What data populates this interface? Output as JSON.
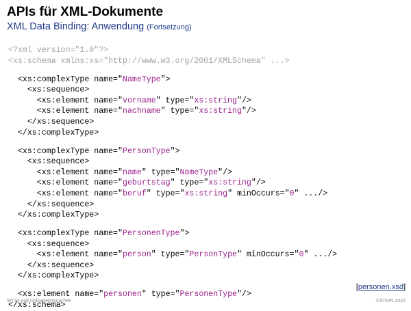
{
  "slide": {
    "title": "APIs für XML-Dokumente",
    "subtitle": "XML Data Binding: Anwendung",
    "subtitle_note": "(Fortsetzung)"
  },
  "code": {
    "prolog": [
      "<?xml version=\"1.0\"?>",
      "<xs:schema xmlns:xs=\"http://www.w3.org/2001/XMLSchema\" ...>"
    ],
    "blocks": [
      [
        [
          [
            "  <xs:complexType name=\"",
            "k"
          ],
          [
            "NameType",
            "s"
          ],
          [
            "\">",
            "k"
          ]
        ],
        [
          [
            "    <xs:sequence>",
            "k"
          ]
        ],
        [
          [
            "      <xs:element name=\"",
            "k"
          ],
          [
            "vorname",
            "s"
          ],
          [
            "\" type=\"",
            "k"
          ],
          [
            "xs:string",
            "s"
          ],
          [
            "\"/>",
            "k"
          ]
        ],
        [
          [
            "      <xs:element name=\"",
            "k"
          ],
          [
            "nachname",
            "s"
          ],
          [
            "\" type=\"",
            "k"
          ],
          [
            "xs:string",
            "s"
          ],
          [
            "\"/>",
            "k"
          ]
        ],
        [
          [
            "    </xs:sequence>",
            "k"
          ]
        ],
        [
          [
            "  </xs:complexType>",
            "k"
          ]
        ]
      ],
      [
        [
          [
            "  <xs:complexType name=\"",
            "k"
          ],
          [
            "PersonType",
            "s"
          ],
          [
            "\">",
            "k"
          ]
        ],
        [
          [
            "    <xs:sequence>",
            "k"
          ]
        ],
        [
          [
            "      <xs:element name=\"",
            "k"
          ],
          [
            "name",
            "s"
          ],
          [
            "\" type=\"",
            "k"
          ],
          [
            "NameType",
            "s"
          ],
          [
            "\"/>",
            "k"
          ]
        ],
        [
          [
            "      <xs:element name=\"",
            "k"
          ],
          [
            "geburtstag",
            "s"
          ],
          [
            "\" type=\"",
            "k"
          ],
          [
            "xs:string",
            "s"
          ],
          [
            "\"/>",
            "k"
          ]
        ],
        [
          [
            "      <xs:element name=\"",
            "k"
          ],
          [
            "beruf",
            "s"
          ],
          [
            "\" type=\"",
            "k"
          ],
          [
            "xs:string",
            "s"
          ],
          [
            "\" minOccurs=\"",
            "k"
          ],
          [
            "0",
            "s"
          ],
          [
            "\" .../>",
            "k"
          ]
        ],
        [
          [
            "    </xs:sequence>",
            "k"
          ]
        ],
        [
          [
            "  </xs:complexType>",
            "k"
          ]
        ]
      ],
      [
        [
          [
            "  <xs:complexType name=\"",
            "k"
          ],
          [
            "PersonenType",
            "s"
          ],
          [
            "\">",
            "k"
          ]
        ],
        [
          [
            "    <xs:sequence>",
            "k"
          ]
        ],
        [
          [
            "      <xs:element name=\"",
            "k"
          ],
          [
            "person",
            "s"
          ],
          [
            "\" type=\"",
            "k"
          ],
          [
            "PersonType",
            "s"
          ],
          [
            "\" minOccurs=\"",
            "k"
          ],
          [
            "0",
            "s"
          ],
          [
            "\" .../>",
            "k"
          ]
        ],
        [
          [
            "    </xs:sequence>",
            "k"
          ]
        ],
        [
          [
            "  </xs:complexType>",
            "k"
          ]
        ]
      ],
      [
        [
          [
            "  <xs:element name=\"",
            "k"
          ],
          [
            "personen",
            "s"
          ],
          [
            "\" type=\"",
            "k"
          ],
          [
            "PersonenType",
            "s"
          ],
          [
            "\"/>",
            "k"
          ]
        ],
        [
          [
            "</xs:schema>",
            "k"
          ]
        ]
      ]
    ]
  },
  "file_link": "personen.xsd",
  "footer": {
    "left": "WT:III-438   Dokumentsprachen",
    "right": "©STEIN 2022"
  },
  "colors": {
    "title": "#000000",
    "subtitle": "#1f3a8a",
    "prolog": "#a3a3a3",
    "string": "#9b1f8a"
  }
}
